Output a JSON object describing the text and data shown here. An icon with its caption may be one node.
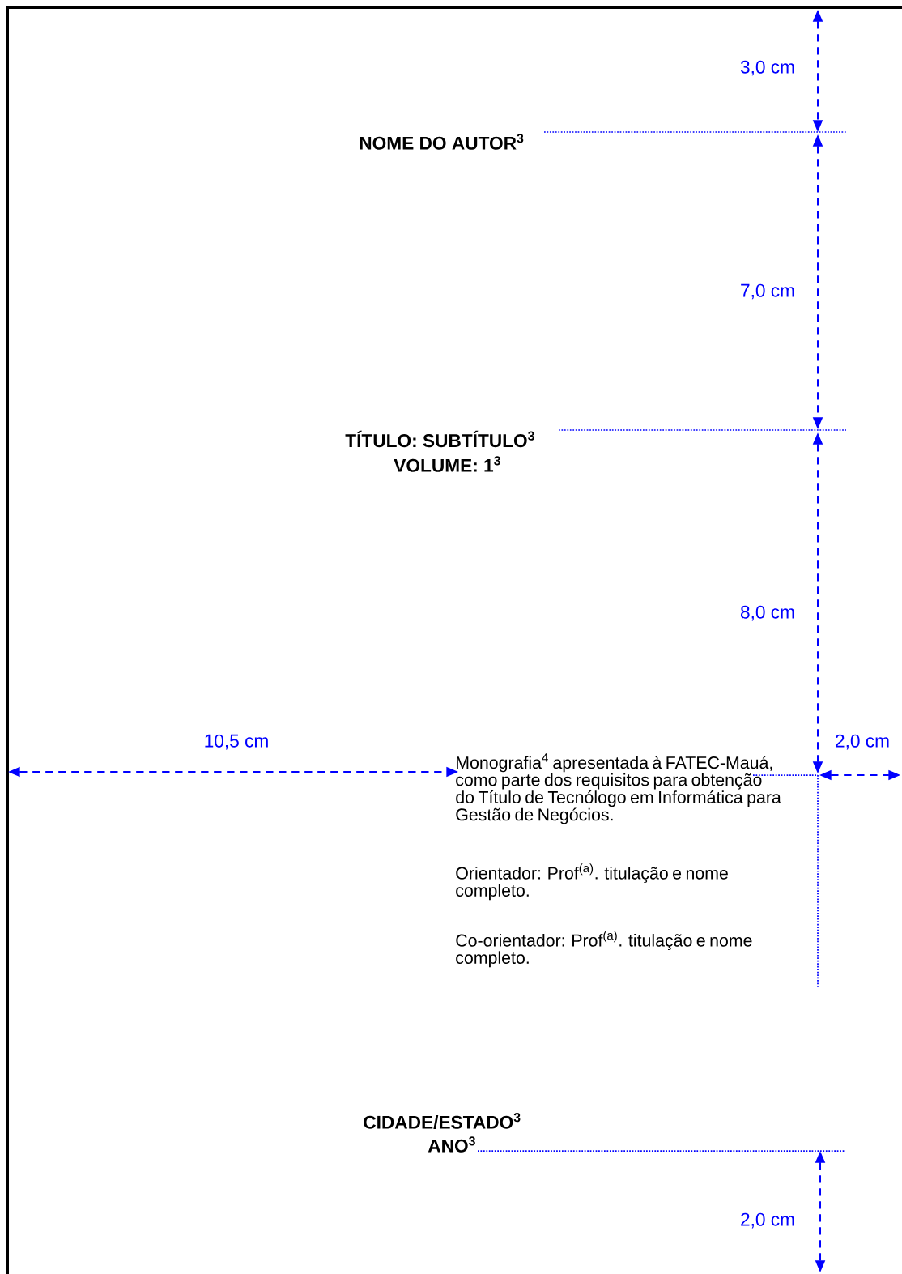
{
  "diagram": {
    "labels": [
      "3,0 cm",
      "NOME DO AUTOR$^{3}$",
      "7,0 cm",
      "TÍTULO: SUBTÍTULO$^{3}$",
      "VOLUME: 1$^{3}$",
      "8,0 cm",
      "10,5 cm",
      "2,0 cm",
      "Monografia$^{4}$ apresentada à FATEC-Mauá, como parte dos requisitos para obtenção do Título de Tecnólogo em Informática para Gestão de Negócios.",
      "Orientador: Prof$^{(a)}$. titulação e nome completo.",
      "Co-orientador: Prof$^{(a)}$. titulação e nome completo.",
      "CIDADE/ESTADO$^{3}$",
      "ANO$^{3}$",
      "2,0 cm"
    ]
  }
}
